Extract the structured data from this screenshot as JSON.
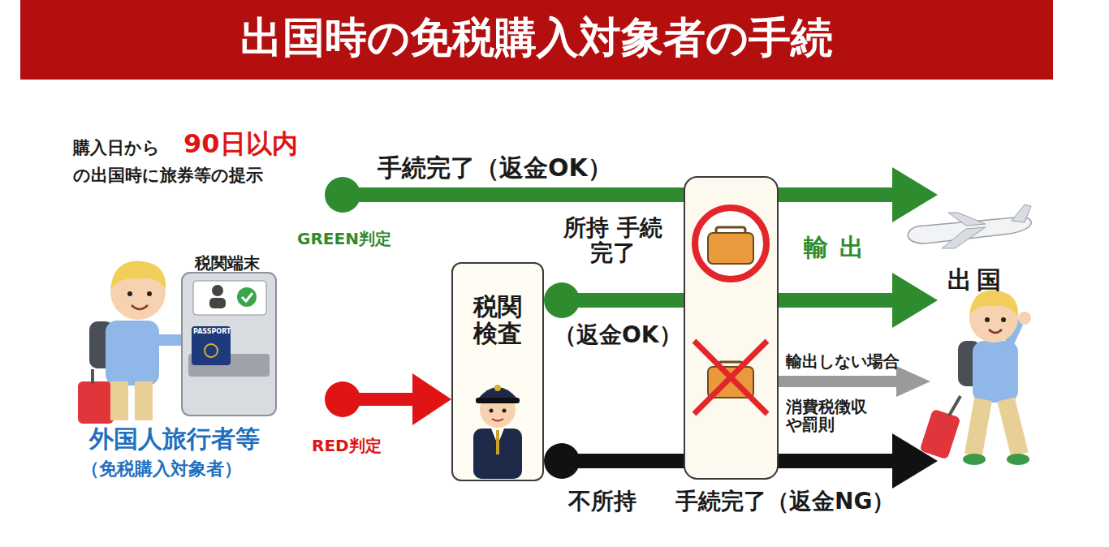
{
  "diagram": {
    "title": "出国時の免税購入対象者の手続",
    "nodes": [
      {
        "text": [
          "外国人旅行者等",
          "（免税購入対象者）"
        ]
      },
      {
        "text": [
          "税関検査"
        ]
      },
      {
        "text": [
          "出国"
        ]
      }
    ],
    "edges": [
      {
        "from": 0,
        "to": 2,
        "arrow": "to",
        "label": "手続完了（返金OK）"
      },
      {
        "from": 0,
        "to": 1,
        "arrow": "to"
      },
      {
        "from": 1,
        "to": 2,
        "arrow": "to",
        "label": "所持 手続完了"
      },
      {
        "from": 1,
        "to": 2,
        "arrow": "to",
        "label": "手続完了（返金NG）"
      }
    ],
    "labels": [
      "購入日から",
      "90日以内",
      "の出国時に旅券等の提示",
      "GREEN判定",
      "税関端末",
      "PASSPORT",
      "RED判定",
      "（返金OK）",
      "輸出",
      "輸出しない場合",
      "消費税徴収や罰則",
      "不所持"
    ]
  }
}
